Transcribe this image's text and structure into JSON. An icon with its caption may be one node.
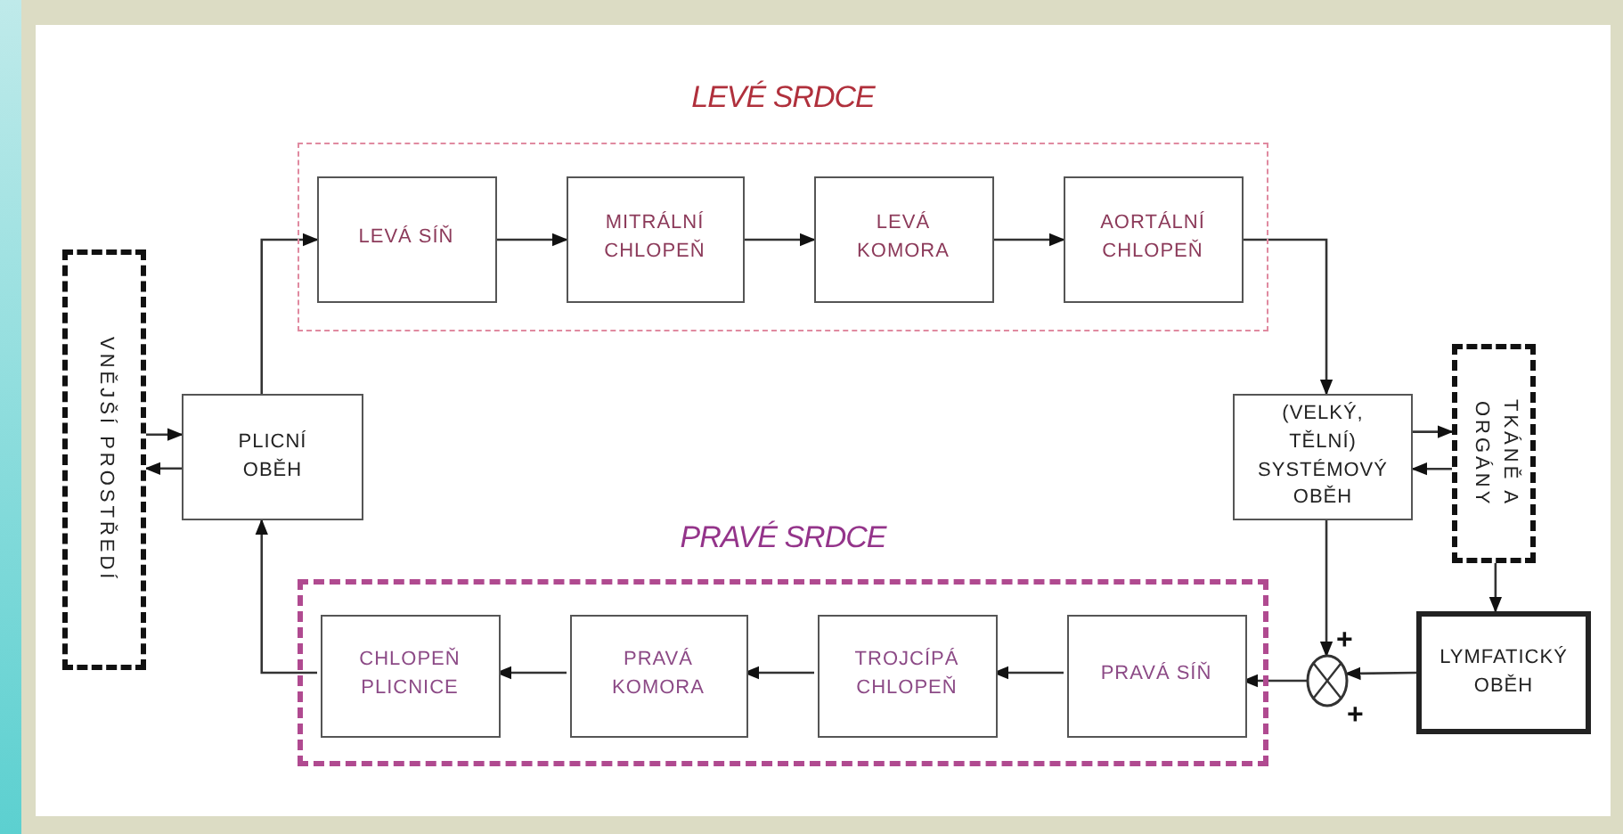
{
  "diagram": {
    "nodes": [
      {
        "text": [
          "LEVÉ SRDCE"
        ]
      },
      {
        "text": [
          "LEVÁ SÍŇ"
        ],
        "in": 0
      },
      {
        "text": [
          "MITRÁLNÍ CHLOPEŇ"
        ],
        "in": 0
      },
      {
        "text": [
          "LEVÁ KOMORA"
        ],
        "in": 0
      },
      {
        "text": [
          "AORTÁLNÍ CHLOPEŇ"
        ],
        "in": 0
      },
      {
        "text": [
          "VNĚJŠÍ PROSTŘEDÍ"
        ]
      },
      {
        "text": [
          "PLICNÍ OBĚH"
        ]
      },
      {
        "text": [
          "(VELKÝ, TĚLNÍ) SYSTÉMOVÝ OBĚH"
        ]
      },
      {
        "text": [
          "TKÁNĚ A ORGÁNY"
        ]
      },
      {
        "text": [
          "PRAVÉ SRDCE"
        ]
      },
      {
        "text": [
          "CHLOPEŇ PLICNICE"
        ],
        "in": 9
      },
      {
        "text": [
          "PRAVÁ KOMORA"
        ],
        "in": 9
      },
      {
        "text": [
          "TROJCÍPÁ CHLOPEŇ"
        ],
        "in": 9
      },
      {
        "text": [
          "PRAVÁ SÍŇ"
        ],
        "in": 9
      },
      {
        "text": [],
        "shape": "circle"
      },
      {
        "text": [
          "LYMFATICKÝ OBĚH"
        ]
      }
    ],
    "edges": [
      {
        "from": 6,
        "to": 1,
        "arrow": "to"
      },
      {
        "from": 1,
        "to": 2,
        "arrow": "to"
      },
      {
        "from": 2,
        "to": 3,
        "arrow": "to"
      },
      {
        "from": 3,
        "to": 4,
        "arrow": "to"
      },
      {
        "from": 4,
        "to": 7,
        "arrow": "to"
      },
      {
        "from": 5,
        "to": 6,
        "arrow": "to"
      },
      {
        "from": 6,
        "to": 5,
        "arrow": "to"
      },
      {
        "from": 7,
        "to": 8,
        "arrow": "to"
      },
      {
        "from": 8,
        "to": 7,
        "arrow": "to"
      },
      {
        "from": 8,
        "to": 15,
        "arrow": "to"
      },
      {
        "from": 7,
        "to": 14,
        "arrow": "to"
      },
      {
        "from": 15,
        "to": 14,
        "arrow": "to"
      },
      {
        "from": 14,
        "to": 13,
        "arrow": "to"
      },
      {
        "from": 13,
        "to": 12,
        "arrow": "to"
      },
      {
        "from": 12,
        "to": 11,
        "arrow": "to"
      },
      {
        "from": 11,
        "to": 10,
        "arrow": "to"
      },
      {
        "from": 10,
        "to": 6,
        "arrow": "to"
      }
    ],
    "labels": [
      "+",
      "+"
    ]
  }
}
